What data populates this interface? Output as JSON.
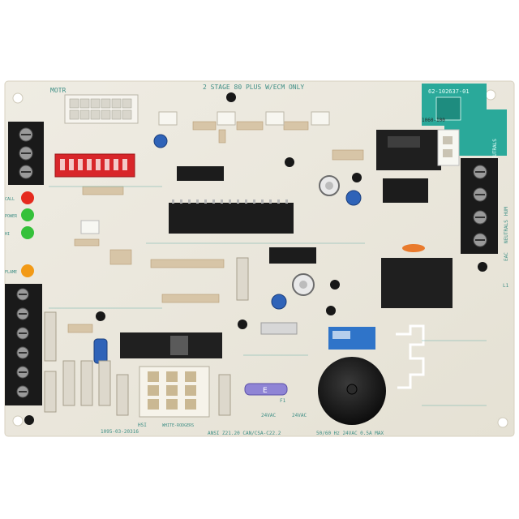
{
  "image": {
    "subject": "Furnace control circuit board",
    "background": "#ffffff",
    "board_color": "#ece8dc"
  },
  "silkscreen": {
    "top_left": "MOTR",
    "header": "2 STAGE 80 PLUS W/ECM ONLY",
    "part_number": "62-102637-01",
    "relay_code": "1060-100",
    "bottom_part": "1095-03-20316",
    "bottom_ansi": "ANSI Z21.20  CAN/CSA-C22.2",
    "bottom_rating": "50/60 Hz  24VAC  0.5A MAX",
    "label_24vac_1": "24VAC",
    "label_24vac_2": "24VAC",
    "fuse": "F1",
    "fuse_mark": "E",
    "jumper_label": "WHITE-RODGERS",
    "hsi": "HSI",
    "neutrals": "NEUTRALS",
    "neutrals2": "NEUTRALS",
    "eac": "EAC",
    "hum": "HUM",
    "l1": "L1",
    "diag_leds": [
      "CALL",
      "POWER",
      "HI",
      "FLAME"
    ]
  },
  "colors": {
    "silkscreen": "#3f8f86",
    "ic_black": "#1c1c1c",
    "terminal_black": "#1a1a1a",
    "led_red": "#e52b1f",
    "led_green": "#35c13a",
    "led_amber": "#f29a16",
    "dip_red": "#d8262a",
    "capacitor_blue": "#2f63b8",
    "relay_blue": "#2f74c9",
    "buzzer_black": "#151515",
    "ftdi_teal": "#21a99a"
  }
}
